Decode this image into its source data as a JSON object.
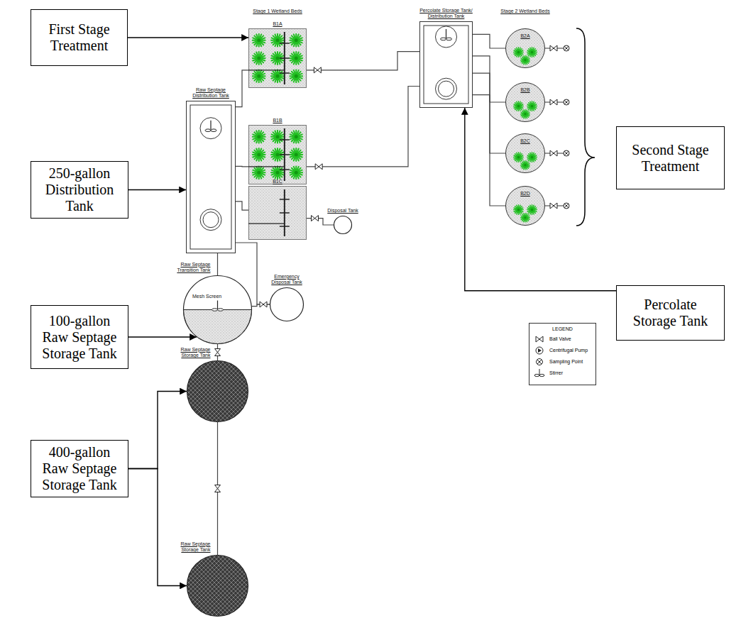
{
  "diagram": {
    "nodes": [
      {
        "text": [
          "First Stage Treatment"
        ]
      },
      {
        "text": [
          "B1A"
        ]
      },
      {
        "text": [
          "Percolate Storage Tank/ Distribution Tank"
        ]
      },
      {
        "text": [
          "B2A"
        ]
      },
      {
        "text": [
          "B2B"
        ]
      },
      {
        "text": [
          "B1B"
        ]
      },
      {
        "text": [
          "Raw Septage Distribution Tank"
        ]
      },
      {
        "text": [
          "250-gallon Distribution Tank"
        ]
      },
      {
        "text": [
          "B2C"
        ]
      },
      {
        "text": [
          "Second Stage Treatment"
        ]
      },
      {
        "text": [
          "B1C"
        ]
      },
      {
        "text": [
          "B2D"
        ]
      },
      {
        "text": [
          "Disposal Tank"
        ]
      },
      {
        "text": [
          "Percolate Storage Tank"
        ]
      },
      {
        "text": [
          "Raw Septage Transition Tank",
          "Mesh Screen"
        ]
      },
      {
        "text": [
          "Emergency Disposal Tank"
        ]
      },
      {
        "text": [
          "100-gallon Raw Septage Storage Tank"
        ]
      },
      {
        "text": [
          "Raw Septage Storage Tank"
        ]
      },
      {
        "text": [
          "400-gallon Raw Septage Storage Tank"
        ]
      },
      {
        "text": [
          "Raw Septage Storage Tank"
        ]
      }
    ],
    "edges": [
      {
        "from": 0,
        "to": 1,
        "arrow": "to"
      },
      {
        "from": 7,
        "to": 6,
        "arrow": "to"
      },
      {
        "from": 16,
        "to": 14,
        "arrow": "to"
      },
      {
        "from": 18,
        "to": 17,
        "arrow": "to"
      },
      {
        "from": 18,
        "to": 19,
        "arrow": "to"
      },
      {
        "from": 13,
        "to": 2,
        "arrow": "to"
      },
      {
        "from": 6,
        "to": 1,
        "arrow": "none"
      },
      {
        "from": 6,
        "to": 5,
        "arrow": "none"
      },
      {
        "from": 6,
        "to": 10,
        "arrow": "none"
      },
      {
        "from": 1,
        "to": 2,
        "arrow": "none"
      },
      {
        "from": 5,
        "to": 2,
        "arrow": "none"
      },
      {
        "from": 10,
        "to": 12,
        "arrow": "none"
      },
      {
        "from": 2,
        "to": 3,
        "arrow": "none"
      },
      {
        "from": 2,
        "to": 4,
        "arrow": "none"
      },
      {
        "from": 2,
        "to": 8,
        "arrow": "none"
      },
      {
        "from": 2,
        "to": 11,
        "arrow": "none"
      },
      {
        "from": 14,
        "to": 6,
        "arrow": "none"
      },
      {
        "from": 6,
        "to": 15,
        "arrow": "none"
      },
      {
        "from": 14,
        "to": 15,
        "arrow": "none"
      },
      {
        "from": 17,
        "to": 14,
        "arrow": "none"
      },
      {
        "from": 19,
        "to": 17,
        "arrow": "none"
      }
    ],
    "labels": [
      "Stage 1 Wetland Beds",
      "Stage 2 Wetland Beds",
      "LEGEND"
    ],
    "legend": [
      {
        "text": "Ball Valve"
      },
      {
        "text": "Centrifugal Pump"
      },
      {
        "text": "Sampling Point"
      },
      {
        "text": "Stirrer"
      }
    ]
  }
}
